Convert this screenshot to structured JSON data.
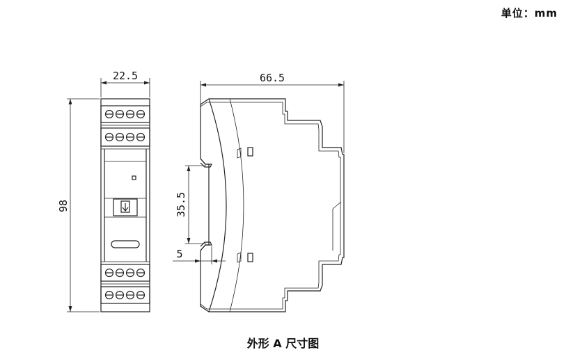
{
  "unit_label": "单位：mm",
  "caption": "外形 A 尺寸图",
  "dimensions": {
    "front_width": "22.5",
    "height": "98",
    "side_width": "66.5",
    "rail_height": "35.5",
    "clip_depth": "5"
  }
}
